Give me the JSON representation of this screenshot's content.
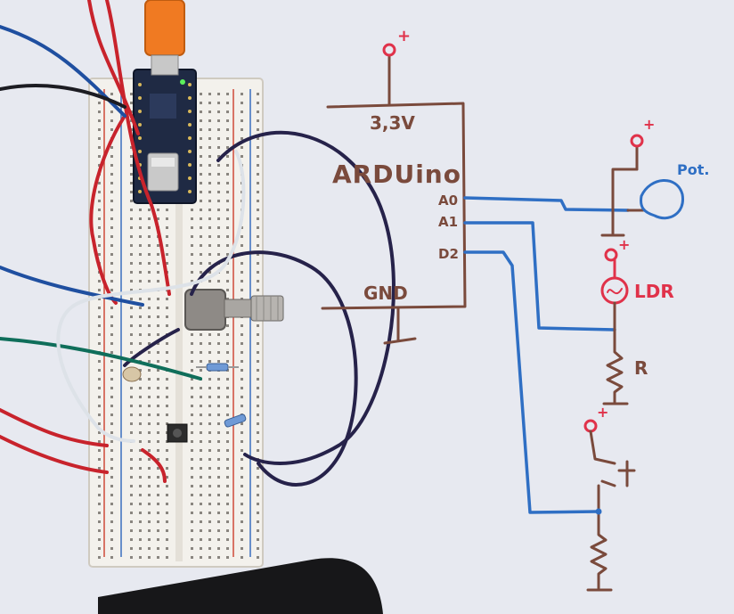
{
  "schematic": {
    "voltage_label": "3,3V",
    "board_label": "ARDUino",
    "pin_a0": "A0",
    "pin_a1": "A1",
    "pin_d2": "D2",
    "gnd_label": "GND",
    "pot_label": "Pot.",
    "ldr_label": "LDR",
    "resistor_label": "R",
    "plus_sign": "+"
  },
  "colors": {
    "paper": "#eceef3",
    "ink_brown": "#7a4a3c",
    "ink_blue": "#2f6fc4",
    "ink_red": "#e0324a",
    "board_white": "#f3f1ec",
    "wire_red": "#c8232c",
    "wire_blue": "#1f4fa0",
    "wire_navy": "#26224a",
    "wire_green": "#0f6e5a",
    "wire_white": "#dde2e8",
    "usb_orange": "#f07a22",
    "arduino_board": "#1f2a44"
  }
}
